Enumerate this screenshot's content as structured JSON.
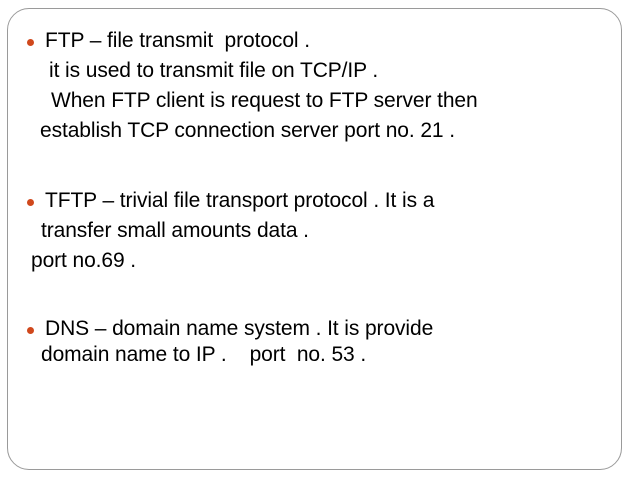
{
  "slide": {
    "background_color": "#ffffff",
    "frame_border_color": "#9a9a9a",
    "bullet_color": "#d0481c",
    "text_color": "#000000"
  },
  "bullets": [
    {
      "id": "ftp",
      "marker": "bullet-dot",
      "lines": [
        "FTP – file transmit  protocol .",
        "it is used to transmit file on TCP/IP .",
        "When FTP client is request to FTP server then",
        "establish TCP connection server port no. 21 ."
      ]
    },
    {
      "id": "tftp",
      "marker": "bullet-dot",
      "lines": [
        "TFTP – trivial file transport protocol . It is a",
        "transfer small amounts data .",
        "port no.69 ."
      ]
    },
    {
      "id": "dns",
      "marker": "bullet-dot",
      "lines": [
        "DNS – domain name system . It is provide",
        "domain name to IP .    port  no. 53 ."
      ]
    }
  ]
}
